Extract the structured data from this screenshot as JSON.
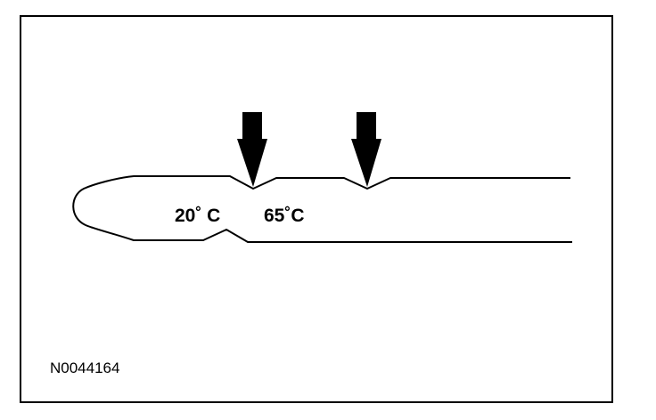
{
  "diagram": {
    "labels": {
      "temp_low": "20˚ C",
      "temp_high": "65˚C"
    },
    "figure_id": "N0044164",
    "colors": {
      "ink": "#000000",
      "background": "#ffffff"
    }
  }
}
